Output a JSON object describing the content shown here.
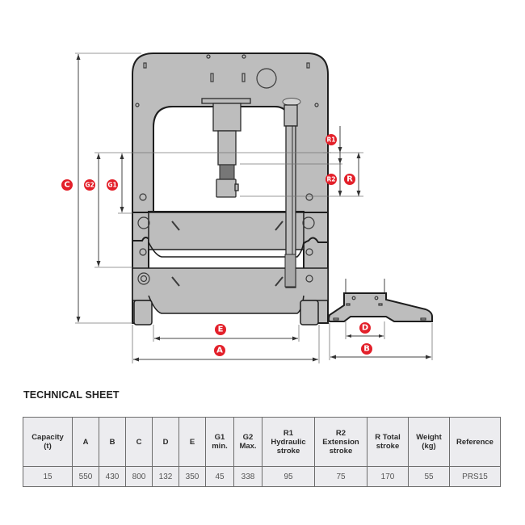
{
  "diagram": {
    "subject": "hydraulic shop press front and side view with dimension callouts",
    "accent_color": "#e3202a",
    "frame_color": "#bdbdbd",
    "labels": {
      "c": "C",
      "g2": "G2",
      "g1": "G1",
      "r1": "R1",
      "r2": "R2",
      "r": "R",
      "e": "E",
      "a": "A",
      "d": "D",
      "b": "B"
    }
  },
  "technical_sheet": {
    "title": "TECHNICAL SHEET",
    "headers": [
      {
        "line1": "Capacity",
        "line2": "(t)"
      },
      {
        "line1": "A",
        "line2": ""
      },
      {
        "line1": "B",
        "line2": ""
      },
      {
        "line1": "C",
        "line2": ""
      },
      {
        "line1": "D",
        "line2": ""
      },
      {
        "line1": "E",
        "line2": ""
      },
      {
        "line1": "G1",
        "line2": "min."
      },
      {
        "line1": "G2",
        "line2": "Max."
      },
      {
        "line1": "R1",
        "line2": "Hydraulic",
        "line3": "stroke"
      },
      {
        "line1": "R2",
        "line2": "Extension",
        "line3": "stroke"
      },
      {
        "line1": "R Total",
        "line2": "stroke"
      },
      {
        "line1": "Weight",
        "line2": "(kg)"
      },
      {
        "line1": "Reference",
        "line2": ""
      }
    ],
    "rows": [
      [
        "15",
        "550",
        "430",
        "800",
        "132",
        "350",
        "45",
        "338",
        "95",
        "75",
        "170",
        "55",
        "PRS15"
      ]
    ]
  }
}
